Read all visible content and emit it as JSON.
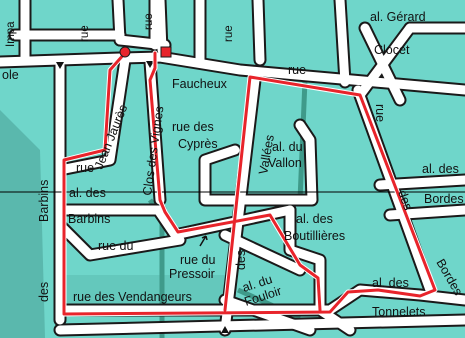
{
  "map": {
    "colors": {
      "block": "#6fd6ca",
      "block_dark": "#5ab8ad",
      "road": "#ffffff",
      "road_edge": "#1a1a1a",
      "route": "#e8242b",
      "tram": "#3f9a8a",
      "grid_line": "#000000"
    },
    "labels": {
      "impa": "Impa",
      "rue_tl1": "rue",
      "rue_tl2": "rue",
      "rue_top_mid": "rue",
      "al_gerard": "al. Gérard",
      "clocet": "Clocet",
      "ole": "ole",
      "faucheux": "Faucheux",
      "rue_top_right": "rue",
      "rue_right": "rue",
      "rue_jean": "rue",
      "jean_jaures": "Jean Jaurès",
      "clos_des_vignes": "Clos des Vignes",
      "rue_des_cypres_1": "rue des",
      "rue_des_cypres_2": "Cyprès",
      "vallees": "Vallées",
      "al_du_vallon_1": "al. du",
      "al_du_vallon_2": "Vallon",
      "al_des_right": "al. des",
      "bordes": "Bordes",
      "des_right": "des",
      "al_des_left": "al. des",
      "barbins_vertical": "Barbins",
      "barbins": "Barbins",
      "rue_du": "rue du",
      "al_des_boutillieres_1": "al. des",
      "al_des_boutillieres_2": "Boutillières",
      "rue_du_pressoir_1": "rue du",
      "rue_du_pressoir_2": "Pressoir",
      "des_center": "des",
      "al_du_fouloir_1": "al. du",
      "al_du_fouloir_2": "Fouloir",
      "al_des_tonnelets_1": "al. des",
      "al_des_tonnelets_2": "Tonnelets",
      "bordes_diag": "Bordes",
      "des_left": "des",
      "rue_des_vendangeurs": "rue des Vendangeurs"
    },
    "markers": {
      "start": "start-circle",
      "end": "end-square",
      "pointer": "arrow-pointer"
    }
  }
}
